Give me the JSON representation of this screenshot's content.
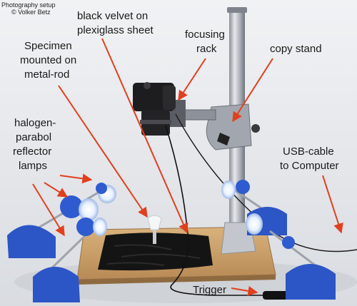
{
  "credit": {
    "line1": "Photography setup",
    "line2": "© Volker Betz"
  },
  "labels": {
    "velvet": [
      "black velvet on",
      "plexiglass sheet"
    ],
    "focusing": [
      "focusing",
      "rack"
    ],
    "copy_stand": "copy stand",
    "specimen": [
      "Specimen",
      "mounted on",
      "metal-rod"
    ],
    "lamps": [
      "halogen-",
      "parabol",
      "reflector",
      "lamps"
    ],
    "usb": [
      "USB-cable",
      "to Computer"
    ],
    "trigger": "Trigger"
  },
  "colors": {
    "annotation_arrow": "#e0401e",
    "lamp_blue": "#2a56c8",
    "base_wood": "#c9a06a",
    "velvet": "#161616",
    "column_metal": "#b9bdc4"
  }
}
